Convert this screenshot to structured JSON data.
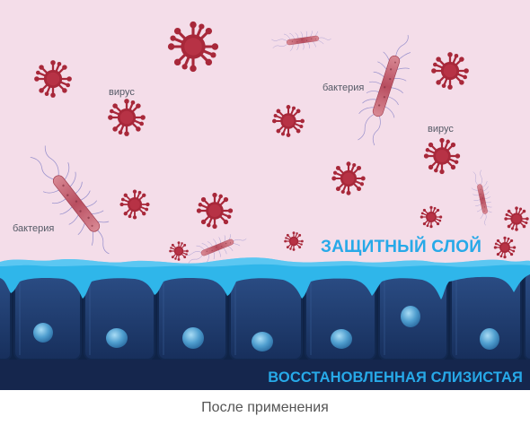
{
  "labels": {
    "virus_left": "вирус",
    "virus_right": "вирус",
    "bacteria_left": "бактерия",
    "bacteria_top": "бактерия",
    "protective_layer": "ЗАЩИТНЫЙ СЛОЙ",
    "restored_mucosa": "ВОССТАНОВЛЕННАЯ СЛИЗИСТАЯ",
    "caption": "После применения"
  },
  "colors": {
    "background": "#f4dde9",
    "virus": "#a8283a",
    "bacteria_body": "#c4626e",
    "bacteria_flagella": "#8a84c8",
    "mucus_layer": "#2fb6ea",
    "cells": "#1e3a6d",
    "nucleus": "#4f9ecf",
    "label_accent": "#27a9e8"
  }
}
